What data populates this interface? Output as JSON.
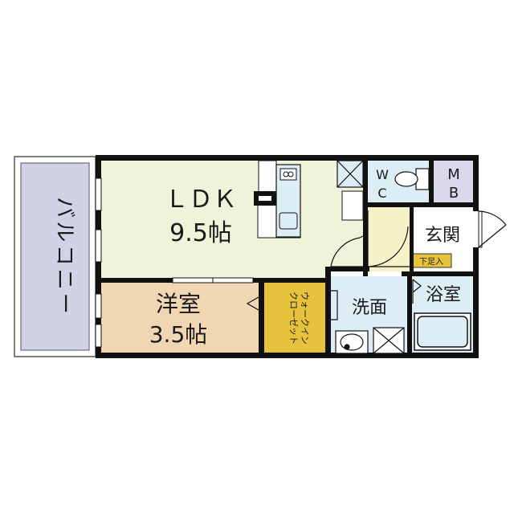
{
  "rooms": {
    "ldk": {
      "name": "ＬＤＫ",
      "size": "9.5帖"
    },
    "western": {
      "name": "洋室",
      "size": "3.5帖"
    },
    "walk_in_closet": {
      "line1": "ウォークイン",
      "line2": "クローゼット"
    },
    "washroom": {
      "name": "洗面"
    },
    "bathroom": {
      "name": "浴室"
    },
    "entrance": {
      "name": "玄関"
    },
    "shoe_box": {
      "name": "下足入"
    },
    "wc": {
      "line1": "W",
      "line2": "C"
    },
    "mb": {
      "line1": "M",
      "line2": "B"
    },
    "balcony": {
      "name": "バルコニー"
    }
  },
  "colors": {
    "ldk": "#f1f2da",
    "western": "#f1d6b4",
    "closet": "#e6c23d",
    "wet": "#dcedf5",
    "entrance": "#f6f2c8",
    "balcony": "#d0d3e6",
    "mb": "#d8d8ea",
    "wall": "#111111"
  }
}
